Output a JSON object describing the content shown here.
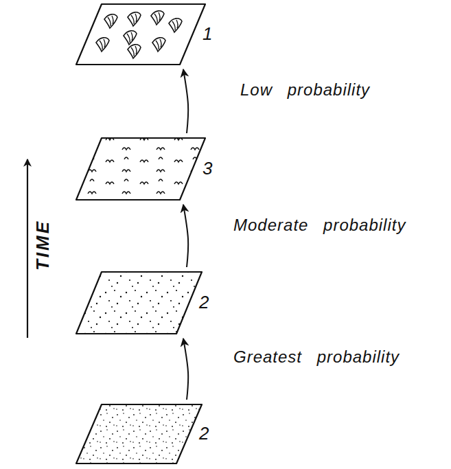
{
  "diagram": {
    "nodes": [
      {
        "text": [
          "1"
        ]
      },
      {
        "text": [
          "3"
        ]
      },
      {
        "text": [
          "2"
        ]
      },
      {
        "text": [
          "2"
        ]
      }
    ],
    "edges": [
      {
        "from": 3,
        "to": 2,
        "arrow": "to",
        "label": "Greatest probability"
      },
      {
        "from": 2,
        "to": 1,
        "arrow": "to",
        "label": "Moderate probability"
      },
      {
        "from": 1,
        "to": 0,
        "arrow": "to",
        "label": "Low probability"
      }
    ],
    "labels": [
      "TIME"
    ]
  }
}
